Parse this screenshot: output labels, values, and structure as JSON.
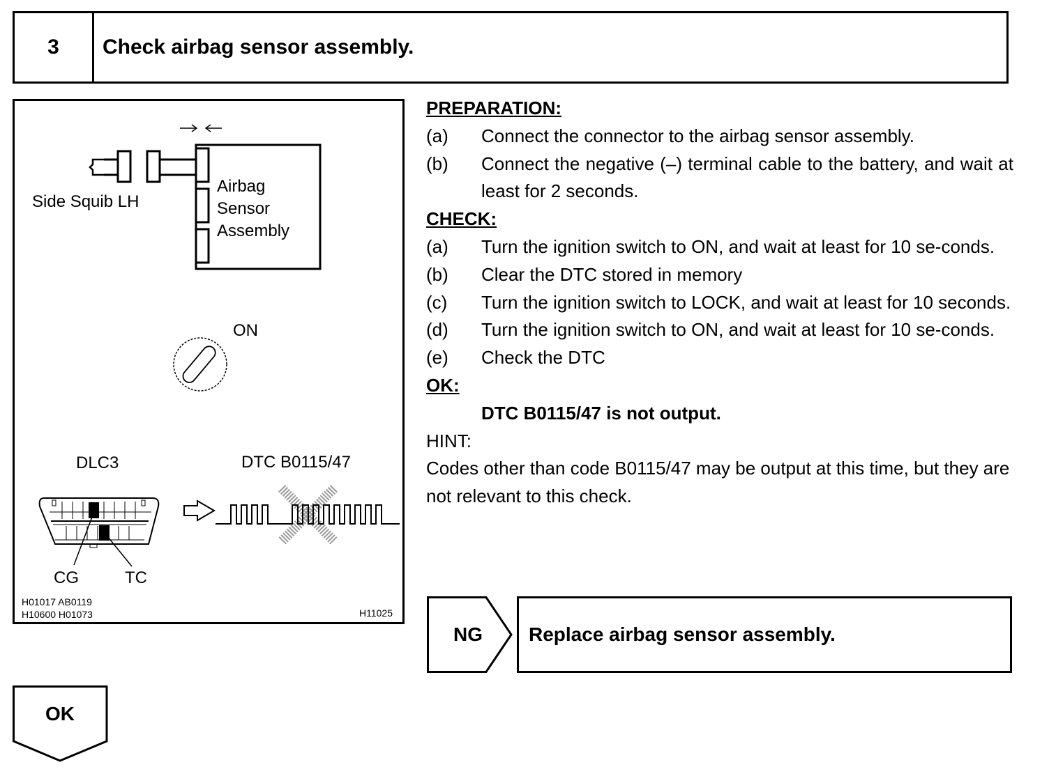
{
  "step": {
    "number": "3",
    "title": "Check airbag sensor assembly."
  },
  "figure": {
    "labels": {
      "side_squib": "Side Squib LH",
      "sensor_line1": "Airbag",
      "sensor_line2": "Sensor",
      "sensor_line3": "Assembly",
      "ignition": "ON",
      "dlc": "DLC3",
      "dtc": "DTC B0115/47",
      "cg": "CG",
      "tc": "TC"
    },
    "ref_codes": {
      "line1": "H01017  AB0119",
      "line2": "H10600  H01073",
      "figure_id": "H11025"
    }
  },
  "preparation": {
    "heading": "PREPARATION:",
    "items": [
      {
        "letter": "(a)",
        "text": "Connect the connector to the airbag sensor assembly."
      },
      {
        "letter": "(b)",
        "text": "Connect the negative (–) terminal cable to the battery, and wait at least for 2 seconds."
      }
    ]
  },
  "check": {
    "heading": "CHECK:",
    "items": [
      {
        "letter": "(a)",
        "text": "Turn the ignition switch to ON, and wait at least for 10 se-conds."
      },
      {
        "letter": "(b)",
        "text": "Clear the DTC stored in memory"
      },
      {
        "letter": "(c)",
        "text": "Turn the ignition switch to LOCK, and wait at least for 10 seconds."
      },
      {
        "letter": "(d)",
        "text": "Turn the ignition switch to ON, and wait at least for 10 se-conds."
      },
      {
        "letter": "(e)",
        "text": "Check the DTC"
      }
    ]
  },
  "ok": {
    "heading": "OK:",
    "result": "DTC B0115/47 is not output."
  },
  "hint": {
    "heading": "HINT:",
    "text": "Codes other than code B0115/47 may be output at this time, but they are not relevant to this check."
  },
  "ng": {
    "label": "NG",
    "action": "Replace airbag sensor assembly."
  },
  "ok_flow": {
    "label": "OK"
  }
}
